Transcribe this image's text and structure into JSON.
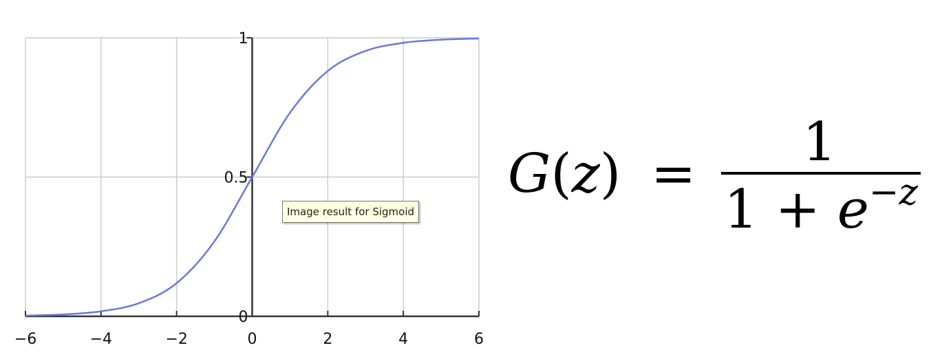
{
  "tooltip": {
    "text": "Image result for Sigmoid"
  },
  "formula": {
    "lhs_func": "G",
    "lhs_open": "(",
    "lhs_var": "z",
    "lhs_close": ")",
    "equals": "=",
    "numerator": "1",
    "denominator_const": "1",
    "denominator_plus": "+",
    "denominator_base": "e",
    "denominator_exponent": "−z"
  },
  "chart_data": {
    "type": "line",
    "title": "",
    "xlabel": "",
    "ylabel": "",
    "xlim": [
      -6,
      6
    ],
    "ylim": [
      0,
      1
    ],
    "grid": true,
    "x_ticks": [
      -6,
      -4,
      -2,
      0,
      2,
      4,
      6
    ],
    "x_tick_labels": [
      "−6",
      "−4",
      "−2",
      "0",
      "2",
      "4",
      "6"
    ],
    "y_ticks": [
      0,
      0.5,
      1
    ],
    "y_tick_labels": [
      "0",
      "0.5",
      "1"
    ],
    "series": [
      {
        "color": "#6a78de",
        "x": [
          -6,
          -5,
          -4,
          -3,
          -2,
          -1,
          0,
          1,
          2,
          3,
          4,
          5,
          6
        ],
        "y": [
          0.0025,
          0.0067,
          0.018,
          0.047,
          0.119,
          0.269,
          0.5,
          0.731,
          0.881,
          0.953,
          0.982,
          0.9933,
          0.9975
        ]
      }
    ],
    "colors": {
      "grid": "#cccccc",
      "axis": "#333333",
      "curve": "#6a78de"
    }
  }
}
